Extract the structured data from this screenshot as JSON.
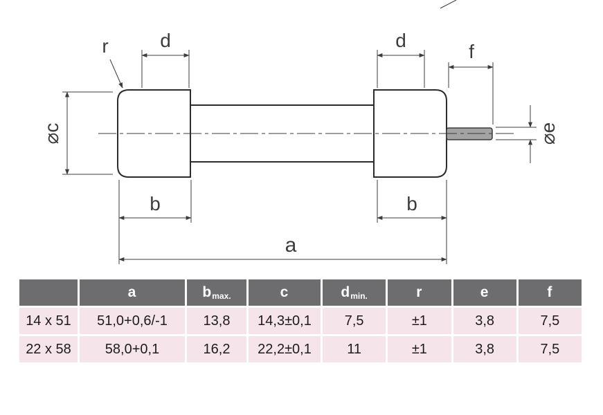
{
  "colors": {
    "header_bg": "#6d6d70",
    "row_bg": "#f6e4eb",
    "line_color": "#3c3c3c",
    "pin_fill": "#a3a3a3"
  },
  "drawing": {
    "labels": {
      "d_left": "d",
      "d_right": "d",
      "f": "f",
      "r": "r",
      "dia_c": "⌀c",
      "dia_e": "⌀e",
      "b_left": "b",
      "b_right": "b",
      "a": "a"
    }
  },
  "table": {
    "headers": [
      {
        "label": "",
        "sub": ""
      },
      {
        "label": "a",
        "sub": ""
      },
      {
        "label": "b",
        "sub": "max."
      },
      {
        "label": "c",
        "sub": ""
      },
      {
        "label": "d",
        "sub": "min."
      },
      {
        "label": "r",
        "sub": ""
      },
      {
        "label": "e",
        "sub": ""
      },
      {
        "label": "f",
        "sub": ""
      }
    ],
    "rows": [
      [
        "14 x 51",
        "51,0+0,6/-1",
        "13,8",
        "14,3±0,1",
        "7,5",
        "±1",
        "3,8",
        "7,5"
      ],
      [
        "22 x 58",
        "58,0+0,1",
        "16,2",
        "22,2±0,1",
        "11",
        "±1",
        "3,8",
        "7,5"
      ]
    ]
  }
}
